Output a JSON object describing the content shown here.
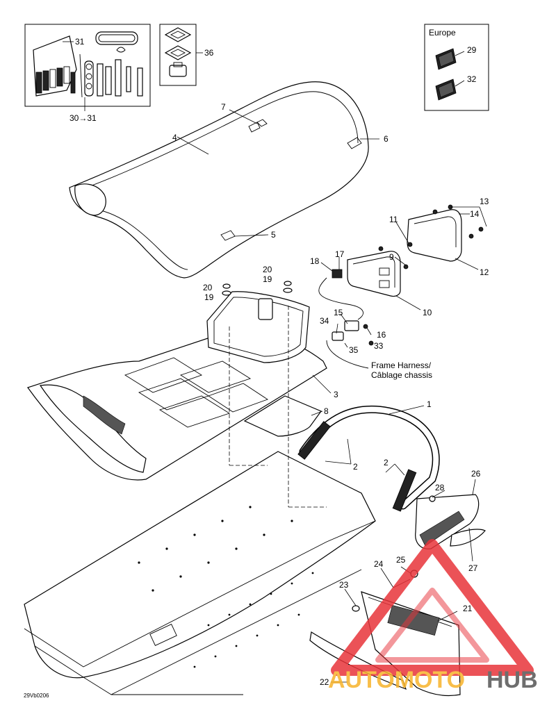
{
  "box_labels": {
    "europe": "Europe"
  },
  "part_labels": [
    {
      "id": "p1",
      "text": "1"
    },
    {
      "id": "p2a",
      "text": "2"
    },
    {
      "id": "p2b",
      "text": "2"
    },
    {
      "id": "p3",
      "text": "3"
    },
    {
      "id": "p4",
      "text": "4"
    },
    {
      "id": "p5",
      "text": "5"
    },
    {
      "id": "p6",
      "text": "6"
    },
    {
      "id": "p7",
      "text": "7"
    },
    {
      "id": "p8",
      "text": "8"
    },
    {
      "id": "p9",
      "text": "9"
    },
    {
      "id": "p10",
      "text": "10"
    },
    {
      "id": "p11",
      "text": "11"
    },
    {
      "id": "p12",
      "text": "12"
    },
    {
      "id": "p13",
      "text": "13"
    },
    {
      "id": "p14",
      "text": "14"
    },
    {
      "id": "p15",
      "text": "15"
    },
    {
      "id": "p16",
      "text": "16"
    },
    {
      "id": "p17",
      "text": "17"
    },
    {
      "id": "p18",
      "text": "18"
    },
    {
      "id": "p19a",
      "text": "19"
    },
    {
      "id": "p19b",
      "text": "19"
    },
    {
      "id": "p20a",
      "text": "20"
    },
    {
      "id": "p20b",
      "text": "20"
    },
    {
      "id": "p21",
      "text": "21"
    },
    {
      "id": "p22",
      "text": "22"
    },
    {
      "id": "p23",
      "text": "23"
    },
    {
      "id": "p24",
      "text": "24"
    },
    {
      "id": "p25",
      "text": "25"
    },
    {
      "id": "p26",
      "text": "26"
    },
    {
      "id": "p27",
      "text": "27"
    },
    {
      "id": "p28",
      "text": "28"
    },
    {
      "id": "p29",
      "text": "29"
    },
    {
      "id": "p30",
      "text": "30→31"
    },
    {
      "id": "p31",
      "text": "31"
    },
    {
      "id": "p32",
      "text": "32"
    },
    {
      "id": "p33",
      "text": "33"
    },
    {
      "id": "p34",
      "text": "34"
    },
    {
      "id": "p35",
      "text": "35"
    },
    {
      "id": "p36",
      "text": "36"
    }
  ],
  "callouts": {
    "frame_harness_line1": "Frame Harness/",
    "frame_harness_line2": "Câblage chassis"
  },
  "figure_code": "29Vb0206",
  "watermark": {
    "part1": "AUTOMOTO",
    "part2": "HUB",
    "color_primary": "#f7b32b",
    "color_secondary": "#555555",
    "triangle_color": "#e8343a"
  }
}
